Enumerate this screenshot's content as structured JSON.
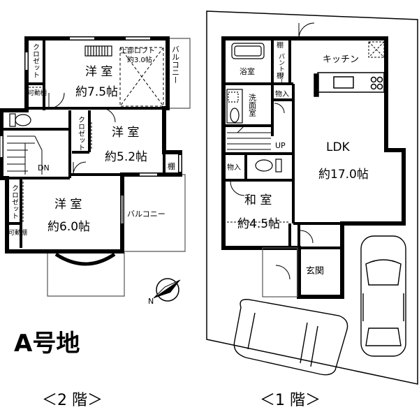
{
  "second_floor": {
    "caption": "＜2 階＞",
    "lot_label": "A号地",
    "rooms": {
      "bedroom_a": {
        "name": "洋 室",
        "size": "約7.5帖"
      },
      "bedroom_b": {
        "name": "洋 室",
        "size": "約5.2帖"
      },
      "bedroom_c": {
        "name": "洋 室",
        "size": "約6.0帖"
      },
      "loft": {
        "name": "上部ロフト",
        "size": "約3.0帖"
      },
      "balcony_top": "バルコニー",
      "balcony_mid": "バルコニー",
      "closet_a": "クロゼット",
      "closet_b": "クロゼット",
      "closet_c": "クロゼット",
      "movable_shelf_a": "可動棚",
      "movable_shelf_b": "可動棚",
      "shelf": "棚",
      "stair_dn": "DN"
    }
  },
  "first_floor": {
    "caption": "＜1 階＞",
    "rooms": {
      "ldk": {
        "name": "LDK",
        "size": "約17.0帖"
      },
      "kitchen": "キッチン",
      "washitsu": {
        "name": "和 室",
        "size": "約4.5帖"
      },
      "bath": "浴室",
      "washroom": "洗面室",
      "entrance": "玄関",
      "storage_a": "物入",
      "storage_b": "物入",
      "pantry": "パントリー",
      "shelf_a": "棚",
      "shelf_b": "棚",
      "stair_up": "UP"
    }
  },
  "compass": {
    "north_label": "N"
  }
}
